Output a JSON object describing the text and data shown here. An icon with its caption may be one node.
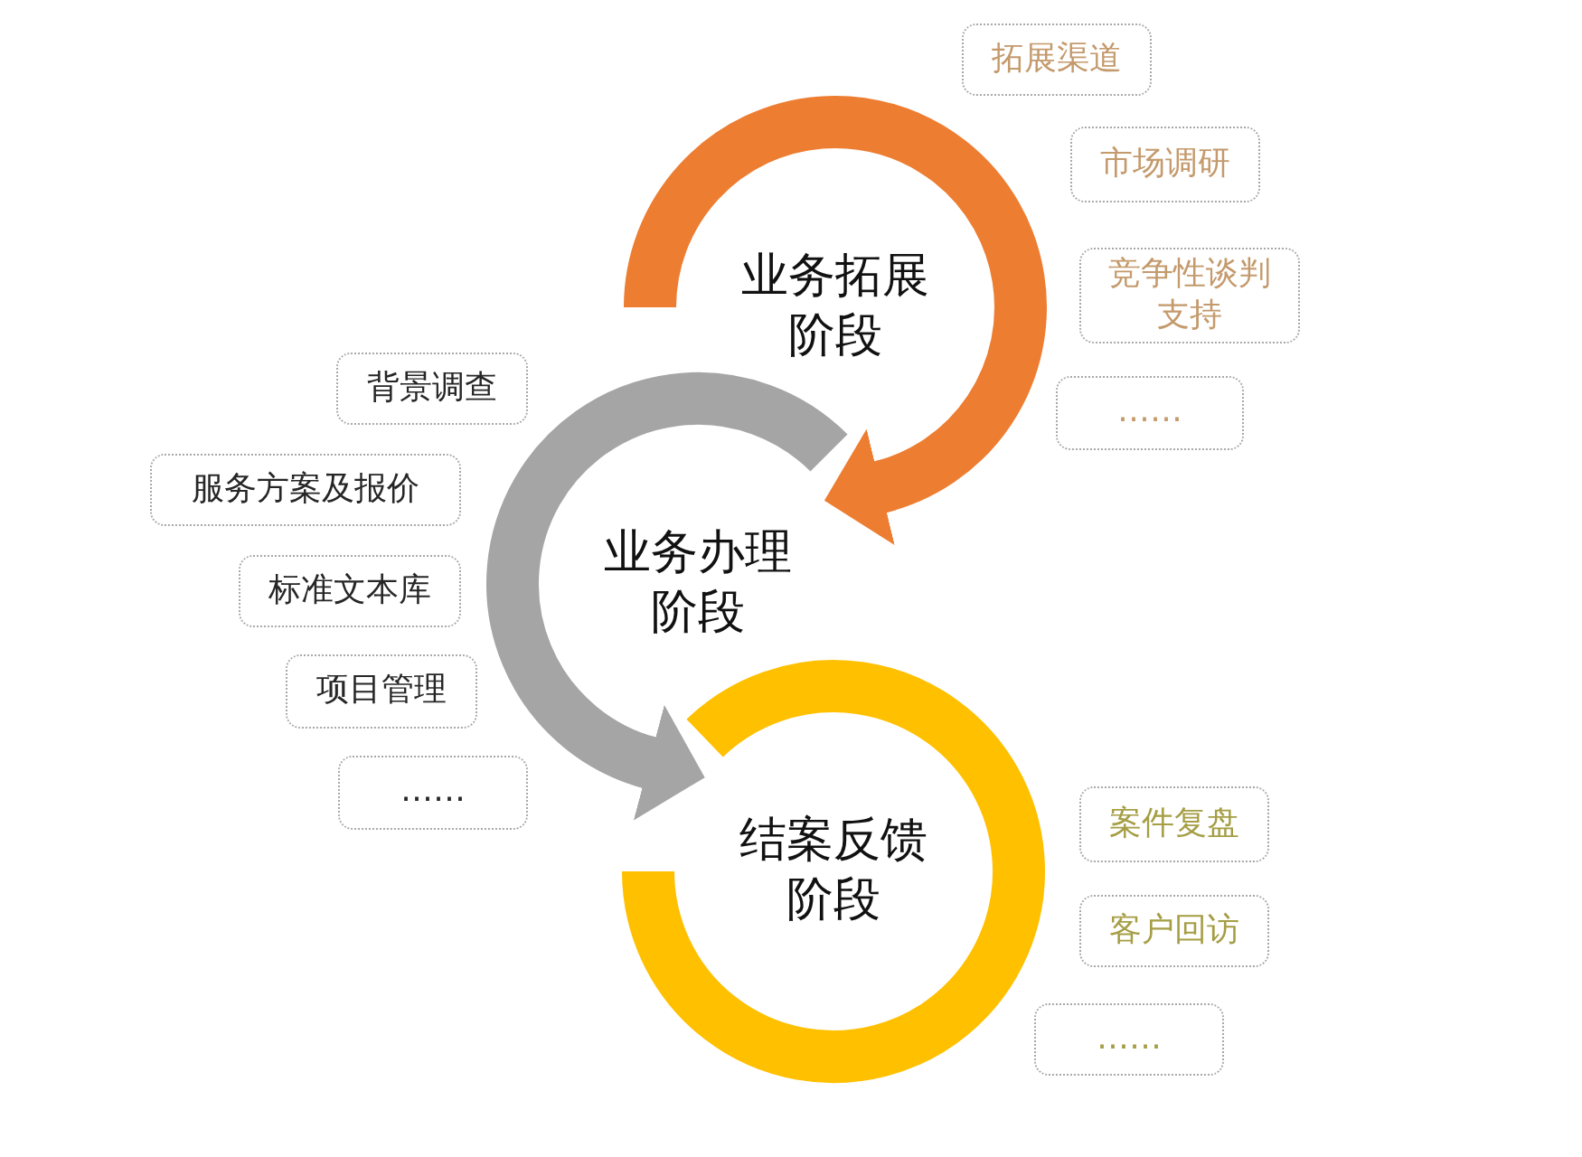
{
  "diagram": {
    "nodes": [
      {
        "text": [
          "业务拓展阶段"
        ]
      },
      {
        "text": [
          "拓展渠道"
        ]
      },
      {
        "text": [
          "市场调研"
        ]
      },
      {
        "text": [
          "竞争性谈判支持"
        ]
      },
      {
        "text": [
          "……"
        ]
      },
      {
        "text": [
          "业务办理阶段"
        ]
      },
      {
        "text": [
          "背景调查"
        ]
      },
      {
        "text": [
          "服务方案及报价"
        ]
      },
      {
        "text": [
          "标准文本库"
        ]
      },
      {
        "text": [
          "项目管理"
        ]
      },
      {
        "text": [
          "……"
        ]
      },
      {
        "text": [
          "结案反馈阶段"
        ]
      },
      {
        "text": [
          "案件复盘"
        ]
      },
      {
        "text": [
          "客户回访"
        ]
      },
      {
        "text": [
          "……"
        ]
      }
    ],
    "edges": [
      {
        "from": 0,
        "to": 5,
        "arrow": "to",
        "color": "#ed7d31"
      },
      {
        "from": 5,
        "to": 11,
        "arrow": "to",
        "color": "#a5a5a5"
      }
    ]
  }
}
